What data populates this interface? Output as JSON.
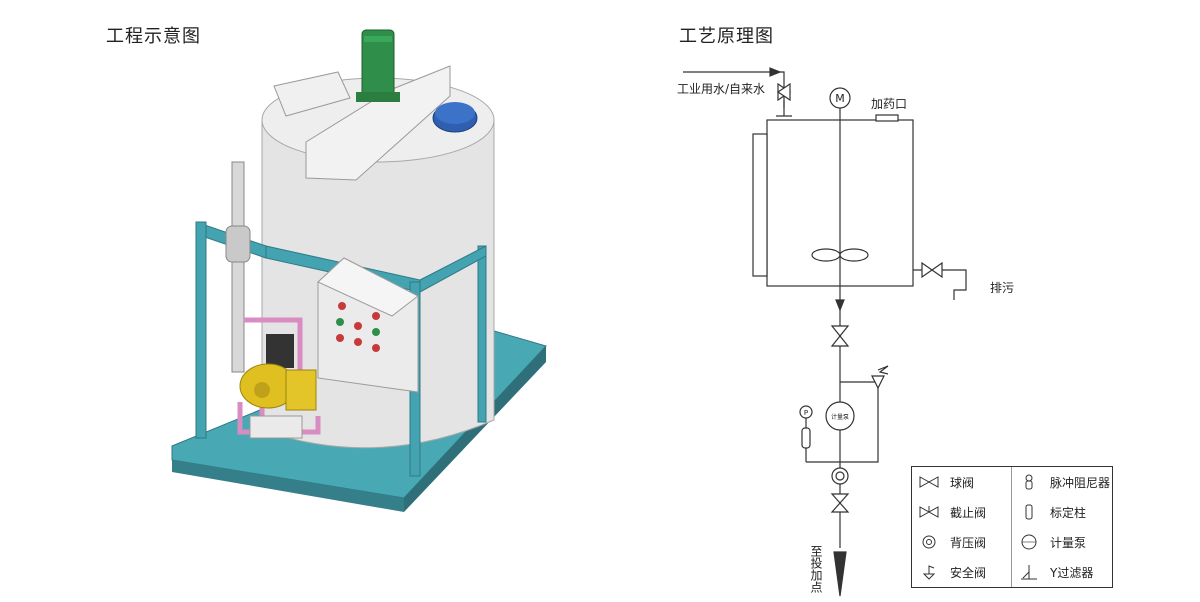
{
  "titles": {
    "left": "工程示意图",
    "right": "工艺原理图"
  },
  "labels": {
    "inlet": "工业用水/自来水",
    "dose_port": "加药口",
    "drain": "排污",
    "outlet": "至投加点",
    "motor": "M",
    "pressure": "P",
    "pump": "计量泵"
  },
  "legend": [
    {
      "label": "球阀",
      "icon": "ball-valve-icon"
    },
    {
      "label": "脉冲阻尼器",
      "icon": "pulse-damper-icon"
    },
    {
      "label": "截止阀",
      "icon": "stop-valve-icon"
    },
    {
      "label": "标定柱",
      "icon": "calibration-column-icon"
    },
    {
      "label": "背压阀",
      "icon": "back-pressure-valve-icon"
    },
    {
      "label": "计量泵",
      "icon": "metering-pump-icon"
    },
    {
      "label": "安全阀",
      "icon": "safety-valve-icon"
    },
    {
      "label": "Y过滤器",
      "icon": "y-strainer-icon"
    }
  ],
  "colors": {
    "tank": "#e6e6e6",
    "frame": "#43a3b0",
    "base": "#48a8b4",
    "motor": "#2f8f4a",
    "lid": "#2e5fb0",
    "pump": "#e0c020",
    "pipe": "#d98cc2",
    "line": "#333333"
  }
}
